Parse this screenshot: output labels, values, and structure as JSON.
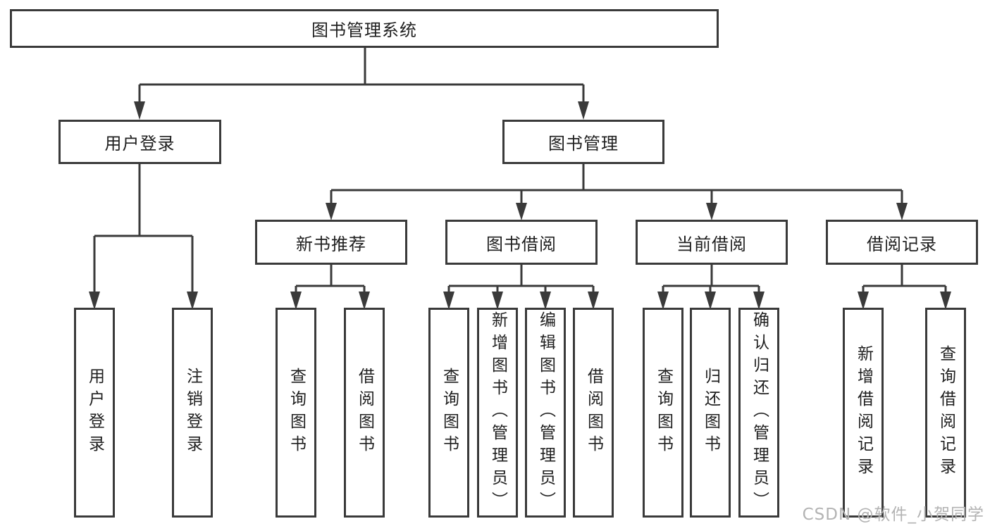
{
  "tree": {
    "label": "图书管理系统",
    "children": [
      {
        "label": "用户登录",
        "children": [
          {
            "label": "用户登录"
          },
          {
            "label": "注销登录"
          }
        ]
      },
      {
        "label": "图书管理",
        "children": [
          {
            "label": "新书推荐",
            "children": [
              {
                "label": "查询图书"
              },
              {
                "label": "借阅图书"
              }
            ]
          },
          {
            "label": "图书借阅",
            "children": [
              {
                "label": "查询图书"
              },
              {
                "label": "新增图书（管理员）"
              },
              {
                "label": "编辑图书（管理员）"
              },
              {
                "label": "借阅图书"
              }
            ]
          },
          {
            "label": "当前借阅",
            "children": [
              {
                "label": "查询图书"
              },
              {
                "label": "归还图书"
              },
              {
                "label": "确认归还（管理员）"
              }
            ]
          },
          {
            "label": "借阅记录",
            "children": [
              {
                "label": "新增借阅记录"
              },
              {
                "label": "查询借阅记录"
              }
            ]
          }
        ]
      }
    ]
  },
  "watermark": "CSDN @软件_小贺同学",
  "colors": {
    "line": "#3a3a3a",
    "text": "#1f1f1f",
    "background": "#ffffff",
    "watermark": "#b3b3b3"
  }
}
